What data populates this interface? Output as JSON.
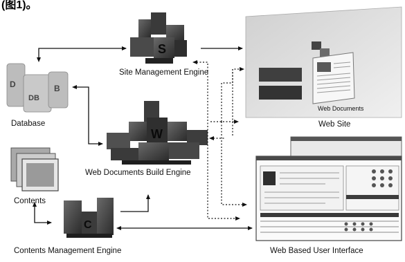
{
  "header_fragment": "(图1)。",
  "labels": {
    "site_engine": "Site Management Engine",
    "database": "Database",
    "build_engine": "Web Documents Build Engine",
    "contents": "Contents",
    "contents_engine": "Contents Management Engine",
    "web_site": "Web Site",
    "web_documents": "Web Documents",
    "web_ui": "Web Based User Interface"
  },
  "glyphs": {
    "site_engine_letter": "S",
    "build_engine_letter": "W",
    "contents_engine_letter": "C",
    "db_letters": [
      "D",
      "DB",
      "B"
    ]
  },
  "icons": [
    "site-engine-blocks",
    "database-cylinders",
    "build-engine-blocks",
    "contents-frames",
    "contents-engine-blocks",
    "web-site-page",
    "web-ui-screens"
  ]
}
